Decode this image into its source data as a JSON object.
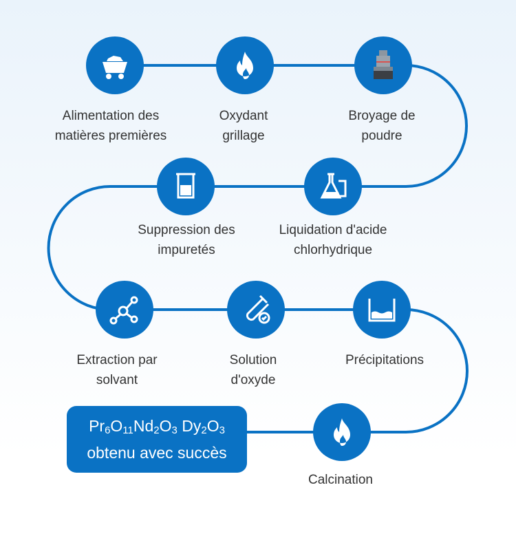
{
  "colors": {
    "accent": "#0a72c4",
    "text": "#333333"
  },
  "steps": [
    {
      "label": "Alimentation des\nmatières premières",
      "icon": "mine-cart-icon"
    },
    {
      "label": "Oxydant\ngrillage",
      "icon": "flame-icon"
    },
    {
      "label": "Broyage de\npoudre",
      "icon": "grinding-mill-icon"
    },
    {
      "label": "Liquidation d'acide\nchlorhydrique",
      "icon": "flask-icon"
    },
    {
      "label": "Suppression des\nimpuretés",
      "icon": "beaker-icon"
    },
    {
      "label": "Extraction par\nsolvant",
      "icon": "molecule-icon"
    },
    {
      "label": "Solution\nd'oxyde",
      "icon": "test-tube-icon"
    },
    {
      "label": "Précipitations",
      "icon": "container-icon"
    },
    {
      "label": "Calcination",
      "icon": "flame-icon"
    }
  ],
  "result": {
    "line1": [
      "Pr",
      "6",
      "O",
      "11",
      "Nd",
      "2",
      "O",
      "3",
      " Dy",
      "2",
      "O",
      "3"
    ],
    "line2": "obtenu avec succès"
  }
}
